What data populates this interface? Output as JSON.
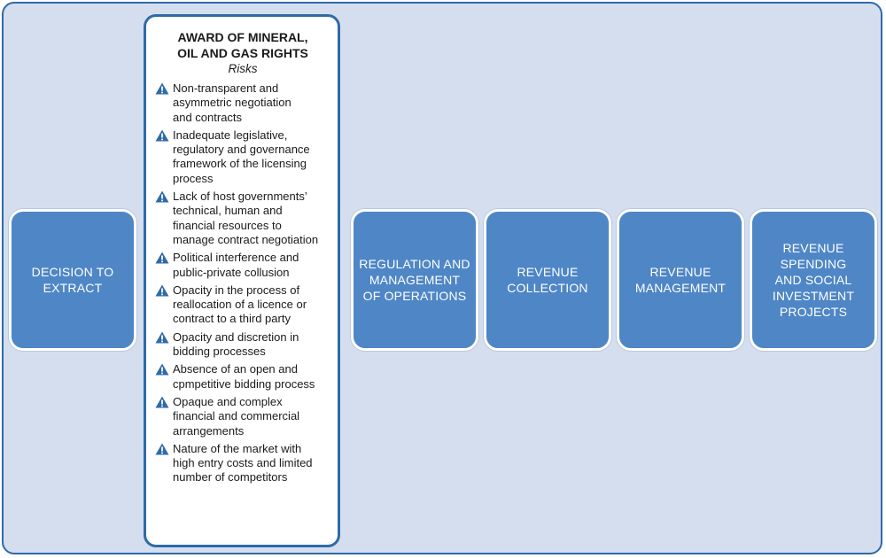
{
  "stages": {
    "decision": "DECISION TO\nEXTRACT",
    "regulation": "REGULATION AND\nMANAGEMENT\nOF OPERATIONS",
    "collection": "REVENUE\nCOLLECTION",
    "management": "REVENUE\nMANAGEMENT",
    "spending": "REVENUE SPENDING\nAND SOCIAL\nINVESTMENT\nPROJECTS"
  },
  "award": {
    "title": "AWARD OF MINERAL,\nOIL AND GAS RIGHTS",
    "subtitle": "Risks",
    "risks": [
      "Non-transparent and\nasymmetric negotiation\nand contracts",
      "Inadequate legislative,\nregulatory and governance\nframework of the licensing\nprocess",
      "Lack of host governments’\ntechnical, human and\nfinancial resources to\nmanage contract negotiation",
      "Political interference and\npublic-private collusion",
      "Opacity in the process of\nreallocation of a licence or\ncontract to a third party",
      "Opacity and discretion in\nbidding processes",
      "Absence of an open and\ncpmpetitive bidding process",
      "Opaque and complex\nfinancial and commercial\narrangements",
      "Nature of the market with\nhigh entry costs and limited\nnumber of competitors"
    ]
  },
  "icons": {
    "risk_marker": "warning-triangle-icon"
  },
  "colors": {
    "background": "#d5deef",
    "frame_border": "#2f6aa8",
    "stage_fill": "#4f86c6",
    "panel_fill": "#ffffff",
    "icon_fill": "#2f6aa8"
  }
}
